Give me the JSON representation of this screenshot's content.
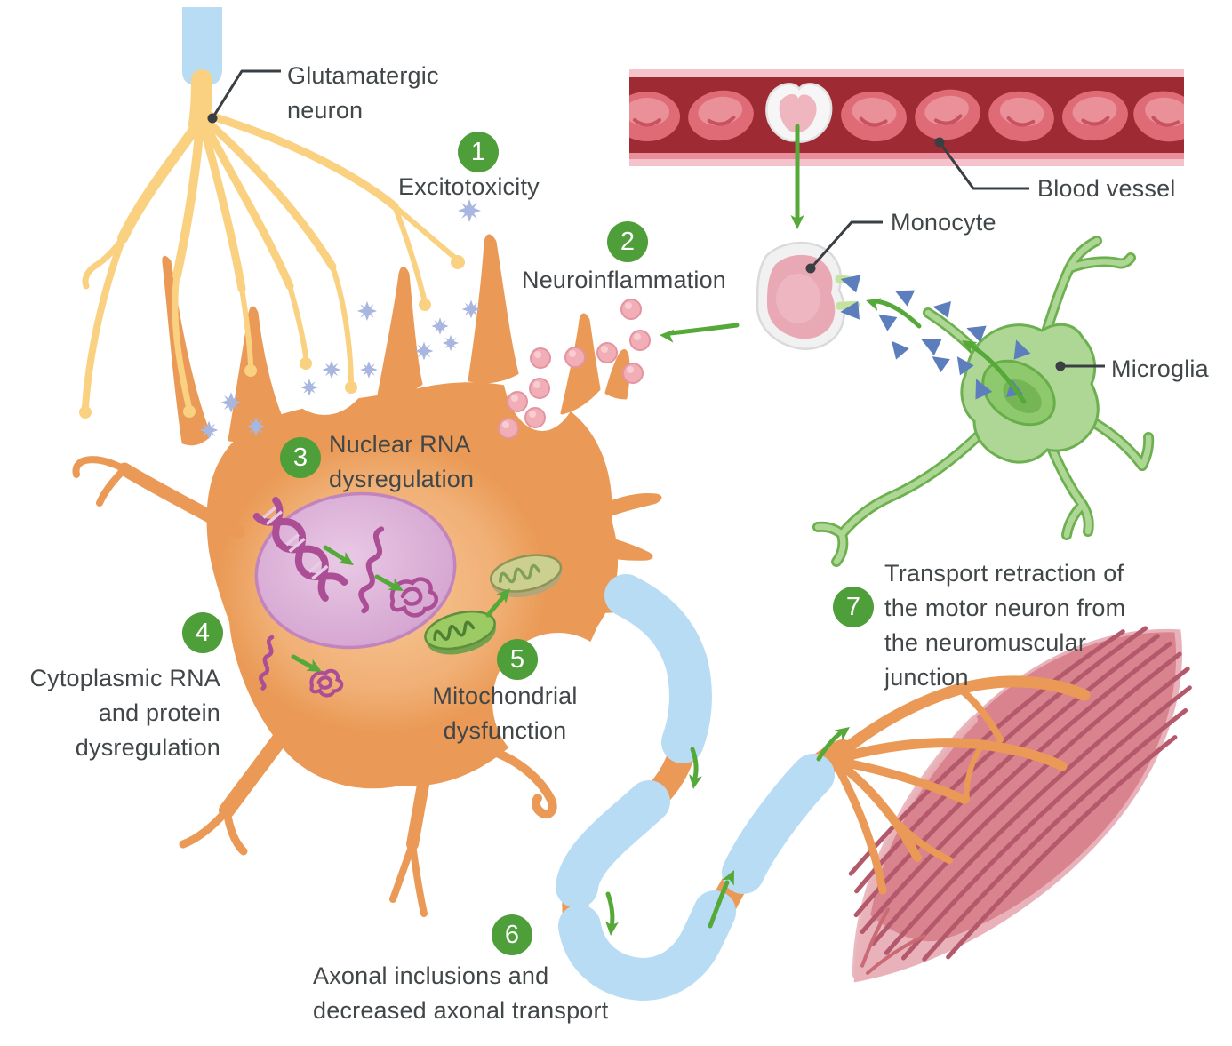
{
  "annotations": {
    "glutamatergic_neuron": {
      "lines": [
        "Glutamatergic",
        "neuron"
      ]
    },
    "blood_vessel": {
      "label": "Blood vessel"
    },
    "monocyte": {
      "label": "Monocyte"
    },
    "microglia": {
      "label": "Microglia"
    }
  },
  "steps": [
    {
      "number": "1",
      "lines": [
        "Excitotoxicity"
      ]
    },
    {
      "number": "2",
      "lines": [
        "Neuroinflammation"
      ]
    },
    {
      "number": "3",
      "lines": [
        "Nuclear RNA",
        "dysregulation"
      ]
    },
    {
      "number": "4",
      "lines": [
        "Cytoplasmic RNA",
        "and protein",
        "dysregulation"
      ]
    },
    {
      "number": "5",
      "lines": [
        "Mitochondrial",
        "dysfunction"
      ]
    },
    {
      "number": "6",
      "lines": [
        "Axonal inclusions and",
        "decreased axonal transport"
      ]
    },
    {
      "number": "7",
      "lines": [
        "Transport retraction of",
        "the motor neuron from",
        "the neuromuscular",
        "junction"
      ]
    }
  ],
  "colors": {
    "background": "#FFFFFF",
    "step_badge_green": "#4E9E3A",
    "text_gray": "#414649",
    "motor_neuron_orange": "#EA9A56",
    "motor_neuron_light": "#F7C794",
    "glutamatergic_yellow": "#F9D180",
    "myelin_blue": "#B7DCF4",
    "nucleus_purple": "#D9A9D6",
    "rna_magenta": "#AC4E96",
    "arrow_green": "#55A938",
    "vessel_red": "#9E2A33",
    "vessel_wall_pink": "#F4C3CB",
    "rbc_red": "#DF6B76",
    "muscle_pink": "#D8838D",
    "muscle_light": "#E9B2BA",
    "microglia_green": "#AED795",
    "cytokine_pink": "#F2AEB6",
    "glutamate_blue": "#A9B7E0",
    "signal_triangle_blue": "#5C7EBC",
    "label_line": "#3A3F43"
  }
}
